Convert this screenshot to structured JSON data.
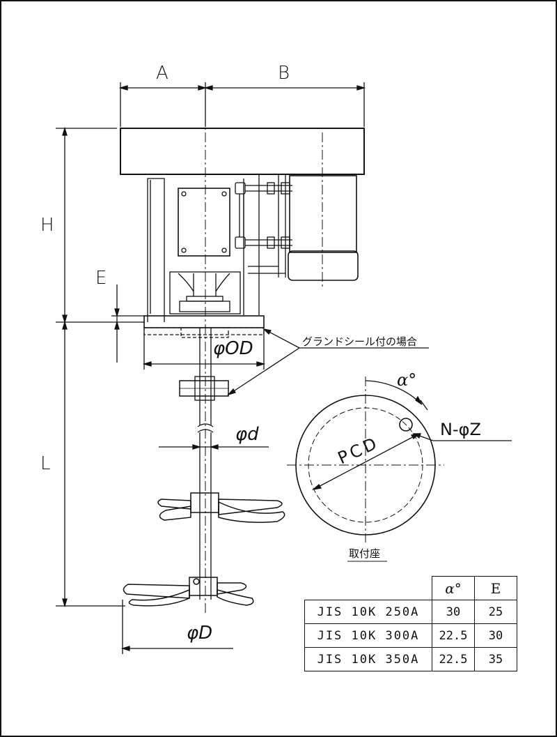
{
  "dims": {
    "A": "A",
    "B": "B",
    "H": "H",
    "E": "E",
    "L": "L",
    "OD": "φOD",
    "d": "φd",
    "D": "φD"
  },
  "notes": {
    "gland_seal": "グランドシール付の場合",
    "mounting_seat": "取付座"
  },
  "flange": {
    "pcd": "PCD",
    "alpha": "α°",
    "holes": "N-φZ"
  },
  "table": {
    "headers": [
      "",
      "α°",
      "E"
    ],
    "rows": [
      {
        "name": "JIS 10K 250A",
        "alpha": "30",
        "e": "25"
      },
      {
        "name": "JIS 10K 300A",
        "alpha": "22.5",
        "e": "30"
      },
      {
        "name": "JIS 10K 350A",
        "alpha": "22.5",
        "e": "35"
      }
    ]
  }
}
